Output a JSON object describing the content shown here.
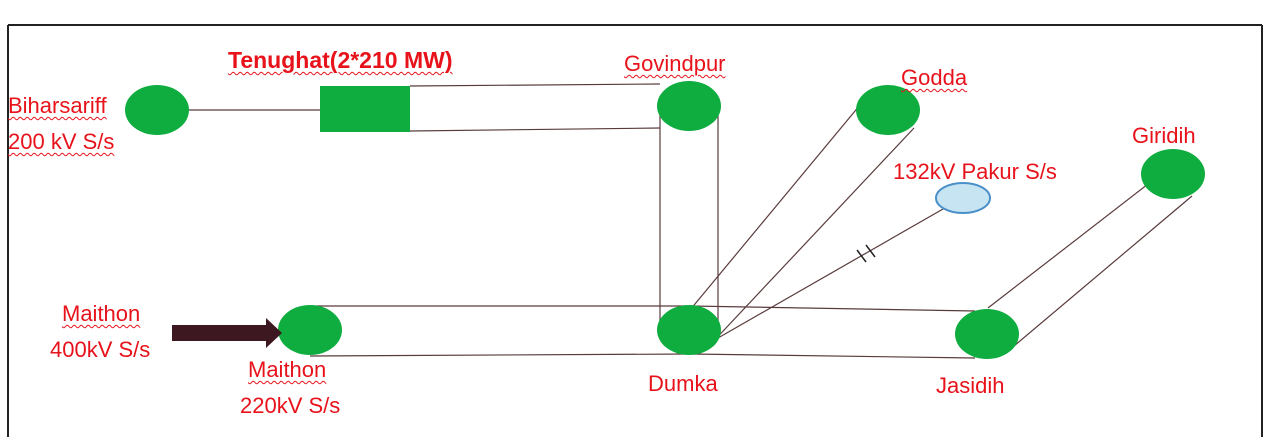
{
  "nodes": {
    "biharsariff": {
      "line1": "Biharsariff",
      "line2": "200 kV S/s"
    },
    "tenughat": {
      "label": "Tenughat(2*210 MW)"
    },
    "govindpur": {
      "label": "Govindpur"
    },
    "godda": {
      "label": "Godda"
    },
    "pakur": {
      "label": "132kV Pakur S/s"
    },
    "giridih": {
      "label": "Giridih"
    },
    "maithon_400": {
      "line1": "Maithon",
      "line2": "400kV S/s"
    },
    "maithon_220": {
      "line1": "Maithon",
      "line2": "220kV S/s"
    },
    "dumka": {
      "label": "Dumka"
    },
    "jasidih": {
      "label": "Jasidih"
    }
  },
  "colors": {
    "label_red": "#e8121b",
    "node_green": "#0fad3f",
    "line_dark": "#5a3b3b",
    "pakur_fill": "#c7e4f2",
    "pakur_stroke": "#4a90c8",
    "arrow": "#3d1820"
  }
}
